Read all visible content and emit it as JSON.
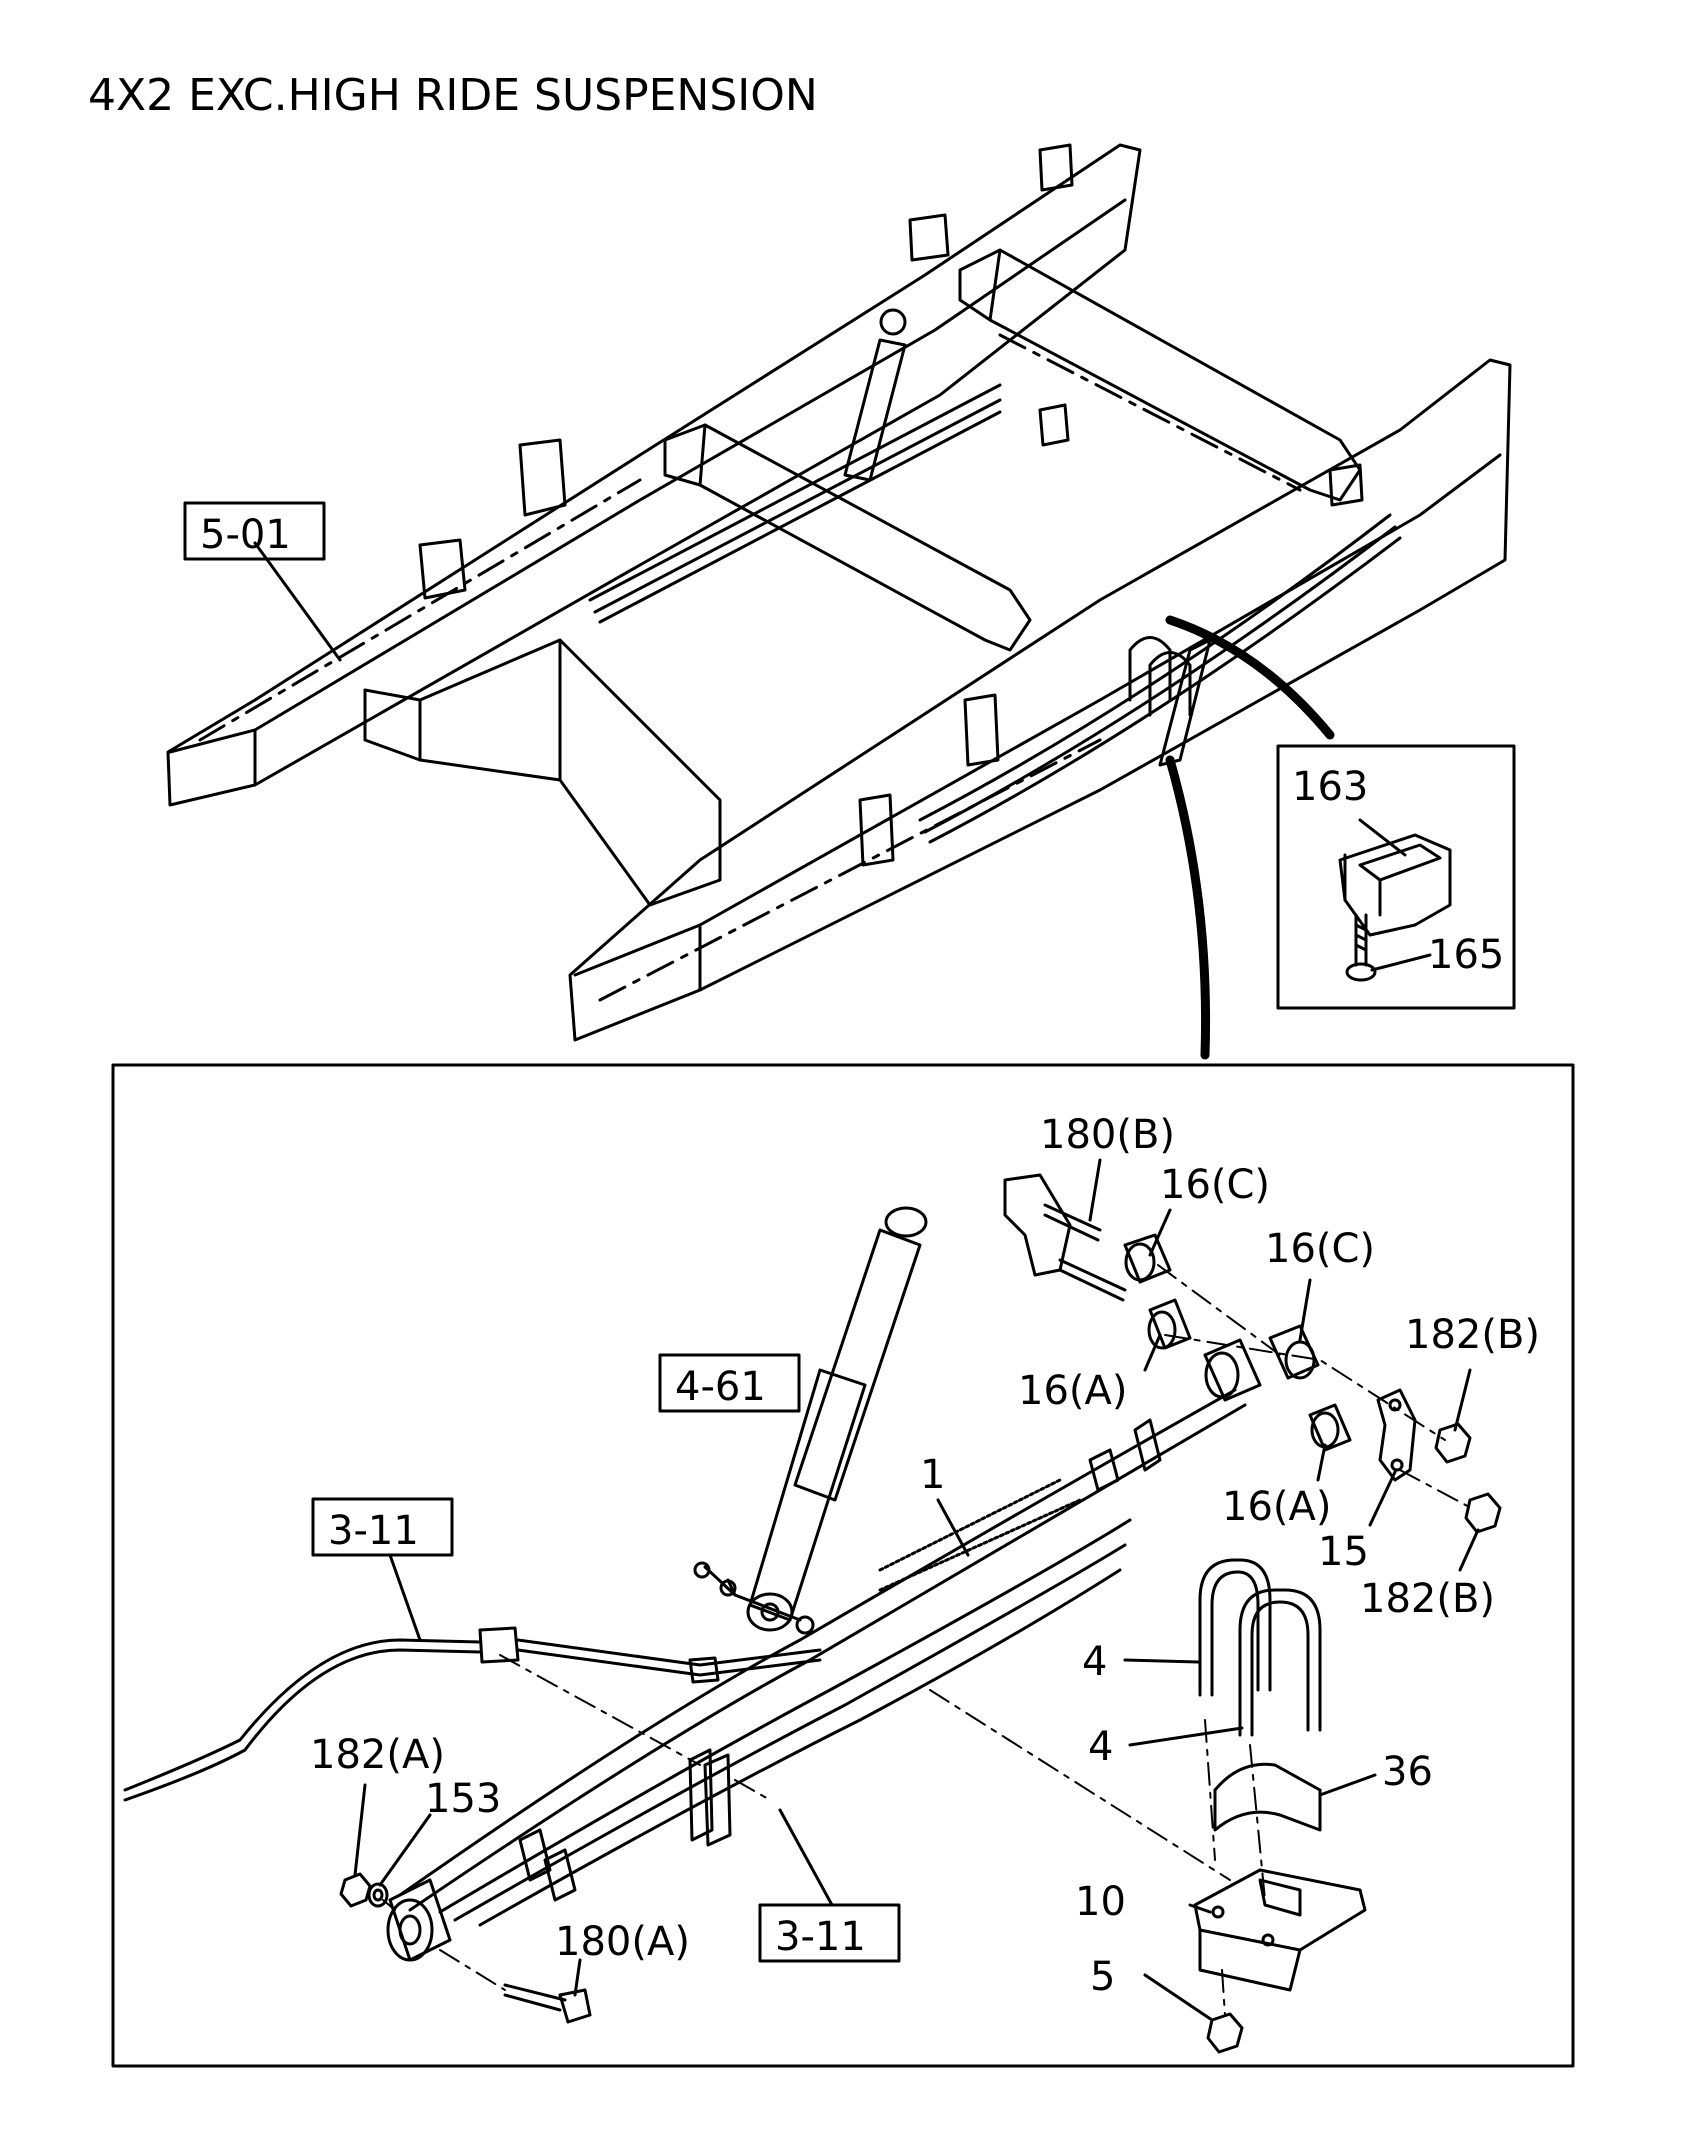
{
  "title": "4X2 EXC.HIGH RIDE SUSPENSION",
  "refs": {
    "r5_01": "5-01",
    "r4_61": "4-61",
    "r3_11a": "3-11",
    "r3_11b": "3-11"
  },
  "parts": {
    "p163": "163",
    "p165": "165",
    "p180b": "180(B)",
    "p16c1": "16(C)",
    "p16c2": "16(C)",
    "p182b1": "182(B)",
    "p16a1": "16(A)",
    "p16a2": "16(A)",
    "p1": "1",
    "p15": "15",
    "p182b2": "182(B)",
    "p4a": "4",
    "p4b": "4",
    "p36": "36",
    "p182a": "182(A)",
    "p153": "153",
    "p10": "10",
    "p180a": "180(A)",
    "p5": "5"
  },
  "colors": {
    "line": "#000000",
    "background": "#ffffff"
  }
}
